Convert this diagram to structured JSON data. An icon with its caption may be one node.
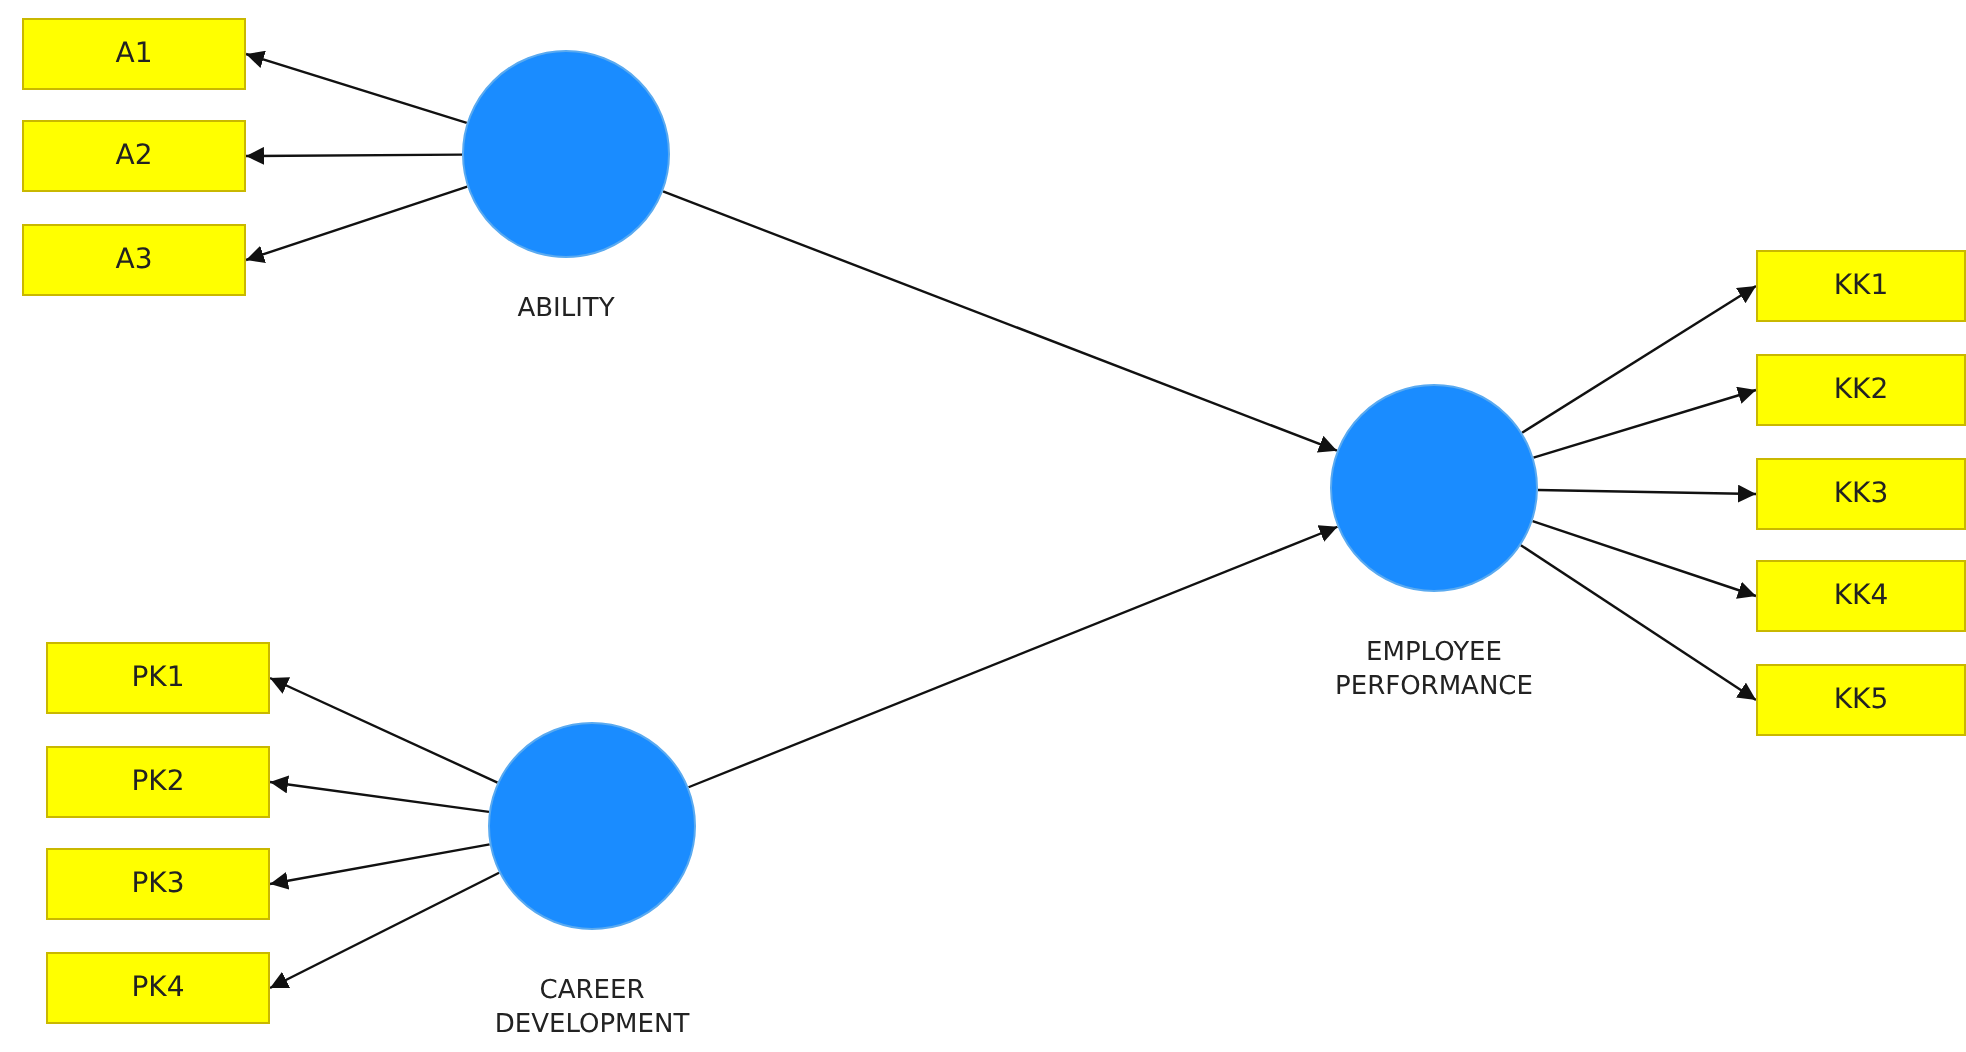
{
  "diagram": {
    "nodes": [
      {
        "text": [
          "A1"
        ]
      },
      {
        "text": [
          "A2"
        ]
      },
      {
        "text": [
          "A3"
        ]
      },
      {
        "text": [
          "ABILITY"
        ]
      },
      {
        "text": [
          "KK1"
        ]
      },
      {
        "text": [
          "KK2"
        ]
      },
      {
        "text": [
          "KK3"
        ]
      },
      {
        "text": [
          "KK4"
        ]
      },
      {
        "text": [
          "KK5"
        ]
      },
      {
        "text": [
          "EMPLOYEE PERFORMANCE"
        ]
      },
      {
        "text": [
          "PK1"
        ]
      },
      {
        "text": [
          "PK2"
        ]
      },
      {
        "text": [
          "PK3"
        ]
      },
      {
        "text": [
          "PK4"
        ]
      },
      {
        "text": [
          "CAREER DEVELOPMENT"
        ]
      }
    ],
    "edges": [
      {
        "from": 3,
        "to": 0,
        "arrow": "to"
      },
      {
        "from": 3,
        "to": 1,
        "arrow": "to"
      },
      {
        "from": 3,
        "to": 2,
        "arrow": "to"
      },
      {
        "from": 3,
        "to": 9,
        "arrow": "to"
      },
      {
        "from": 14,
        "to": 9,
        "arrow": "to"
      },
      {
        "from": 9,
        "to": 4,
        "arrow": "to"
      },
      {
        "from": 9,
        "to": 5,
        "arrow": "to"
      },
      {
        "from": 9,
        "to": 6,
        "arrow": "to"
      },
      {
        "from": 9,
        "to": 7,
        "arrow": "to"
      },
      {
        "from": 9,
        "to": 8,
        "arrow": "to"
      },
      {
        "from": 14,
        "to": 10,
        "arrow": "to"
      },
      {
        "from": 14,
        "to": 11,
        "arrow": "to"
      },
      {
        "from": 14,
        "to": 12,
        "arrow": "to"
      },
      {
        "from": 14,
        "to": 13,
        "arrow": "to"
      }
    ]
  }
}
